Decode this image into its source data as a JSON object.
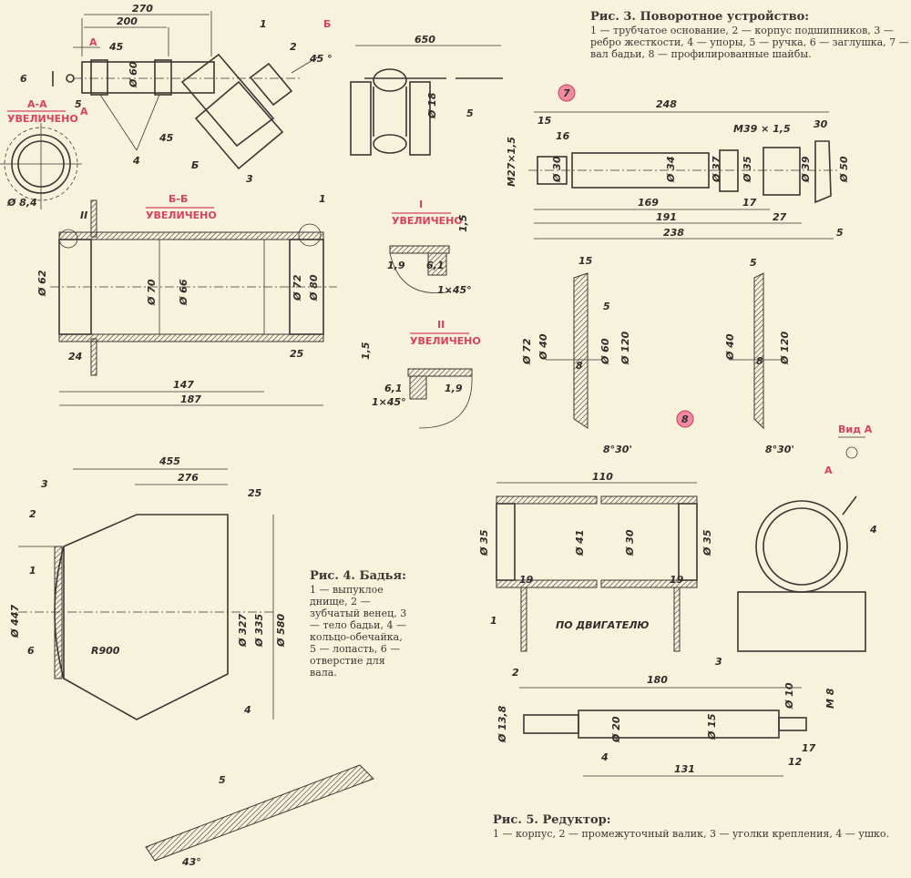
{
  "fig3": {
    "title": "Рис. 3. Поворотное устройство:",
    "text": "1 — трубчатое основание, 2 — корпус подшипников, 3 — ребро жесткости, 4 — упоры, 5 — ручка, 6 — заглушка, 7 — вал бадьи, 8 — профилированные шайбы."
  },
  "fig4": {
    "title": "Рис. 4. Бадья:",
    "text": "1 — выпуклое днище, 2 — зубчатый венец, 3 — тело бадьи, 4 — кольцо-обечайка, 5 — лопасть, 6 — отверстие для вала."
  },
  "fig5": {
    "title": "Рис. 5. Редуктор:",
    "text": "1 — корпус, 2 — промежуточный валик, 3 — уголки крепления, 4 — ушко."
  },
  "sections": {
    "aa": "А-А",
    "bb": "Б-Б",
    "i": "I",
    "ii": "II",
    "enlarged": "УВЕЛИЧЕНО",
    "vid": "Вид А",
    "a": "А",
    "b": "Б"
  },
  "markers": {
    "m7": "7",
    "m8": "8"
  },
  "top": {
    "d270": "270",
    "d200": "200",
    "d45": "45",
    "d45b": "45",
    "ang45": "45 °",
    "d60": "Ø 60",
    "d650": "650",
    "d18": "Ø 18",
    "d84": "Ø 8,4",
    "n1": "1",
    "n2": "2",
    "n3": "3",
    "n4": "4",
    "n5": "5",
    "n6": "6",
    "n5b": "5"
  },
  "tube": {
    "d62": "Ø 62",
    "d70": "Ø 70",
    "d66": "Ø 66",
    "d72": "Ø 72",
    "d80": "Ø 80",
    "d24": "24",
    "d25": "25",
    "d147": "147",
    "d187": "187",
    "n1": "1",
    "nII": "II"
  },
  "detail": {
    "d15a": "1,5",
    "d19a": "1,9",
    "d61a": "6,1",
    "ch1": "1×45°",
    "d15b": "1,5",
    "d61b": "6,1",
    "d19b": "1,9",
    "ch2": "1×45°"
  },
  "shaft": {
    "d248": "248",
    "d15": "15",
    "d16": "16",
    "m27": "M27×1,5",
    "d30": "Ø 30",
    "d34": "Ø 34",
    "d37": "Ø 37",
    "d35": "Ø 35",
    "m39": "M39 × 1,5",
    "d39": "Ø 39",
    "d50": "Ø 50",
    "a30": "30",
    "d169": "169",
    "d17": "17",
    "d191": "191",
    "d27": "27",
    "d238": "238",
    "d5": "5"
  },
  "washers": {
    "d15": "15",
    "d5": "5",
    "d72": "Ø 72",
    "d40": "Ø 40",
    "d60": "Ø 60",
    "d120": "Ø 120",
    "d8": "8",
    "a": "8°30'",
    "d5b": "5",
    "d40b": "Ø 40",
    "d120b": "Ø 120",
    "d8b": "8",
    "ab": "8°30'"
  },
  "bucket": {
    "d455": "455",
    "d276": "276",
    "d25": "25",
    "d447": "Ø 447",
    "d327": "Ø 327",
    "d335": "Ø 335",
    "d580": "Ø 580",
    "r900": "R900",
    "a43": "43°",
    "n1": "1",
    "n2": "2",
    "n3": "3",
    "n4": "4",
    "n5": "5",
    "n6": "6"
  },
  "reducer": {
    "d110": "110",
    "d35": "Ø 35",
    "d41": "Ø 41",
    "d30": "Ø 30",
    "d35b": "Ø 35",
    "d19": "19",
    "d19b": "19",
    "motor": "ПО ДВИГАТЕЛЮ",
    "n1": "1",
    "n3": "3",
    "n4": "4",
    "d180": "180",
    "d138": "Ø 13,8",
    "d20": "Ø 20",
    "d15": "Ø 15",
    "d10": "Ø 10",
    "m8": "M 8",
    "d4": "4",
    "d17": "17",
    "d12": "12",
    "d131": "131",
    "n2": "2"
  }
}
